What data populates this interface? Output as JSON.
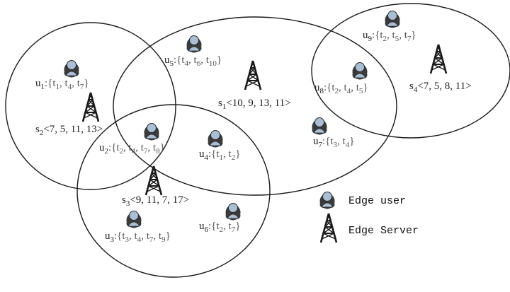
{
  "legend": {
    "user_label": "Edge user",
    "server_label": "Edge Server",
    "user_icon": "person-icon",
    "server_icon": "tower-icon"
  },
  "servers": [
    {
      "name": "s",
      "sub": "1",
      "values": "<10, 9, 13, 11>"
    },
    {
      "name": "s",
      "sub": "2",
      "values": "<7, 5, 11, 13>"
    },
    {
      "name": "s",
      "sub": "3",
      "values": "<9, 11, 7, 17>"
    },
    {
      "name": "s",
      "sub": "4",
      "values": "<7, 5, 8, 11>"
    }
  ],
  "users": [
    {
      "name": "u",
      "sub": "1",
      "tasks": [
        "1",
        "4",
        "7"
      ]
    },
    {
      "name": "u",
      "sub": "2",
      "tasks": [
        "2",
        "4",
        "7",
        "8"
      ]
    },
    {
      "name": "u",
      "sub": "3",
      "tasks": [
        "3",
        "4",
        "7",
        "9"
      ]
    },
    {
      "name": "u",
      "sub": "4",
      "tasks": [
        "1",
        "2"
      ]
    },
    {
      "name": "u",
      "sub": "5",
      "tasks": [
        "4",
        "6",
        "10"
      ]
    },
    {
      "name": "u",
      "sub": "6",
      "tasks": [
        "2",
        "7"
      ]
    },
    {
      "name": "u",
      "sub": "7",
      "tasks": [
        "3",
        "4"
      ]
    },
    {
      "name": "u",
      "sub": "8",
      "tasks": [
        "2",
        "4",
        "5"
      ]
    },
    {
      "name": "u",
      "sub": "9",
      "tasks": [
        "2",
        "5",
        "7"
      ]
    }
  ],
  "colors": {
    "stroke": "#1a1a1a",
    "icon_body": "#3b3b3b",
    "icon_face": "#a9bfd6"
  }
}
